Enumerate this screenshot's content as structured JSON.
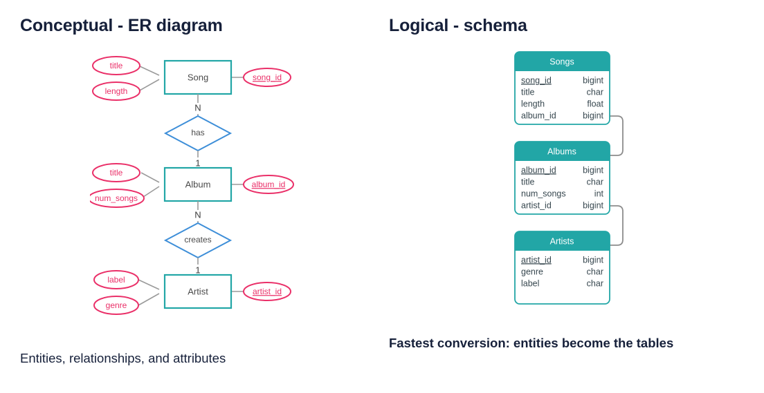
{
  "left_panel": {
    "title": "Conceptual - ER diagram",
    "caption": "Entities, relationships, and attributes",
    "colors": {
      "entity_border": "#22a6a6",
      "attribute_stroke": "#ea2f68",
      "relationship_stroke": "#3d8ed8",
      "connector": "#9a9a9a"
    },
    "entities": [
      {
        "name": "Song",
        "left_attributes": [
          "title",
          "length"
        ],
        "right_attributes": [
          {
            "label": "song_id",
            "key": true
          }
        ]
      },
      {
        "name": "Album",
        "left_attributes": [
          "title",
          "num_songs"
        ],
        "right_attributes": [
          {
            "label": "album_id",
            "key": true
          }
        ]
      },
      {
        "name": "Artist",
        "left_attributes": [
          "label",
          "genre"
        ],
        "right_attributes": [
          {
            "label": "artist_id",
            "key": true
          }
        ]
      }
    ],
    "relationships": [
      {
        "name": "has",
        "from_entity": "Song",
        "from_cardinality": "N",
        "to_entity": "Album",
        "to_cardinality": "1"
      },
      {
        "name": "creates",
        "from_entity": "Album",
        "from_cardinality": "N",
        "to_entity": "Artist",
        "to_cardinality": "1"
      }
    ]
  },
  "right_panel": {
    "title": "Logical - schema",
    "caption": "Fastest conversion: entities become the tables",
    "colors": {
      "table_header_bg": "#22a6a6",
      "table_header_text": "#ffffff",
      "table_border": "#22a6a6",
      "link": "#8c8c8c"
    },
    "tables": [
      {
        "name": "Songs",
        "columns": [
          {
            "field": "song_id",
            "type": "bigint",
            "key": true
          },
          {
            "field": "title",
            "type": "char",
            "key": false
          },
          {
            "field": "length",
            "type": "float",
            "key": false
          },
          {
            "field": "album_id",
            "type": "bigint",
            "key": false
          }
        ]
      },
      {
        "name": "Albums",
        "columns": [
          {
            "field": "album_id",
            "type": "bigint",
            "key": true
          },
          {
            "field": "title",
            "type": "char",
            "key": false
          },
          {
            "field": "num_songs",
            "type": "int",
            "key": false
          },
          {
            "field": "artist_id",
            "type": "bigint",
            "key": false
          }
        ]
      },
      {
        "name": "Artists",
        "columns": [
          {
            "field": "artist_id",
            "type": "bigint",
            "key": true
          },
          {
            "field": "genre",
            "type": "char",
            "key": false
          },
          {
            "field": "label",
            "type": "char",
            "key": false
          }
        ]
      }
    ],
    "links": [
      {
        "from": "Songs.album_id",
        "to": "Albums.album_id"
      },
      {
        "from": "Albums.artist_id",
        "to": "Artists.artist_id"
      }
    ]
  }
}
